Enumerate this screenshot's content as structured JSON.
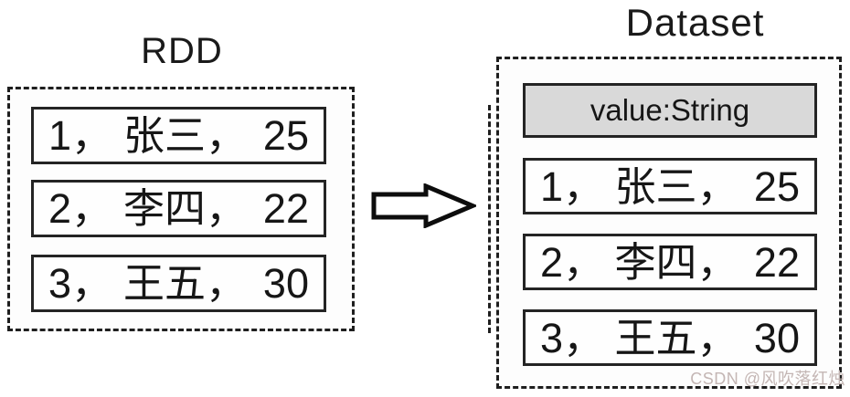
{
  "diagram": {
    "left": {
      "title": "RDD",
      "rows": [
        {
          "c1": "1，",
          "c2": "张三，",
          "c3": "25"
        },
        {
          "c1": "2，",
          "c2": "李四，",
          "c3": "22"
        },
        {
          "c1": "3，",
          "c2": "王五，",
          "c3": "30"
        }
      ]
    },
    "arrow": "right-block-arrow",
    "right": {
      "title": "Dataset",
      "header": "value:String",
      "rows": [
        {
          "c1": "1，",
          "c2": "张三，",
          "c3": "25"
        },
        {
          "c1": "2，",
          "c2": "李四，",
          "c3": "22"
        },
        {
          "c1": "3，",
          "c2": "王五，",
          "c3": "30"
        }
      ]
    },
    "watermark": "CSDN @风吹落红烛"
  },
  "colors": {
    "border": "#1f1f1f",
    "row_border": "#242424",
    "header_fill": "#d9d9d9",
    "text": "#161616",
    "watermark": "#c4b6b4"
  }
}
